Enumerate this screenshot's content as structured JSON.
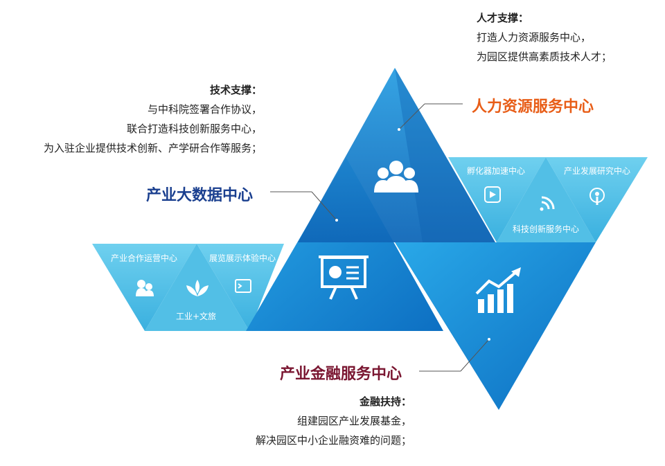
{
  "colors": {
    "hr_title": "#e85d17",
    "bigdata_title": "#1a3f8f",
    "finance_title": "#7a1631",
    "triangle_blue": "#1d8fd6",
    "triangle_light": "#4fbde6"
  },
  "hr": {
    "title": "人力资源服务中心",
    "note_heading": "人才支撑：",
    "note_lines": [
      "打造人力资源服务中心，",
      "为园区提供高素质技术人才；"
    ],
    "icon": "people-group-icon"
  },
  "tech": {
    "note_heading": "技术支撑：",
    "note_lines": [
      "与中科院签署合作协议，",
      "联合打造科技创新服务中心，",
      "为入驻企业提供技术创新、产学研合作等服务；"
    ]
  },
  "bigdata": {
    "title": "产业大数据中心",
    "icon": "presentation-board-icon"
  },
  "finance": {
    "title": "产业金融服务中心",
    "note_heading": "金融扶持：",
    "note_lines": [
      "组建园区产业发展基金，",
      "解决园区中小企业融资难的问题；"
    ],
    "icon": "growth-chart-icon"
  },
  "left_small": [
    {
      "label": "产业合作运营中心",
      "icon": "people-icon"
    },
    {
      "label": "工业+文旅",
      "icon": "leaf-icon"
    },
    {
      "label": "展览展示体验中心",
      "icon": "terminal-icon"
    }
  ],
  "right_small": [
    {
      "label": "孵化器加速中心",
      "icon": "play-icon"
    },
    {
      "label": "科技创新服务中心",
      "icon": "signal-icon"
    },
    {
      "label": "产业发展研究中心",
      "icon": "podcast-icon"
    }
  ]
}
